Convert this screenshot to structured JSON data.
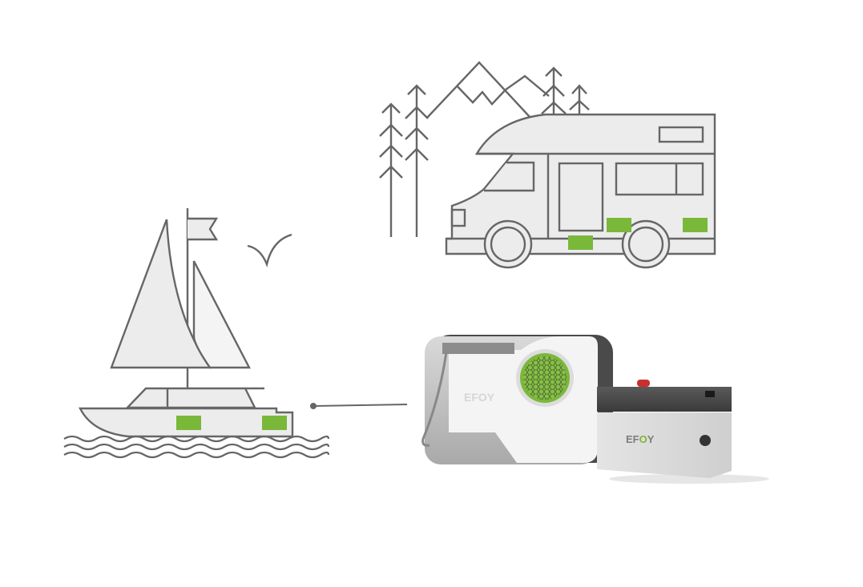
{
  "scene": {
    "description": "EFOY fuel cell power for boats and motorhomes",
    "colors": {
      "line": "#666666",
      "fill_light": "#ececec",
      "fill_lighter": "#f4f4f4",
      "accent_green": "#7ab83a",
      "background": "#ffffff"
    }
  },
  "product": {
    "fuel_cell": {
      "logo": "EFOY"
    },
    "tank": {
      "logo_prefix": "EF",
      "logo_o": "O",
      "logo_suffix": "Y"
    }
  }
}
